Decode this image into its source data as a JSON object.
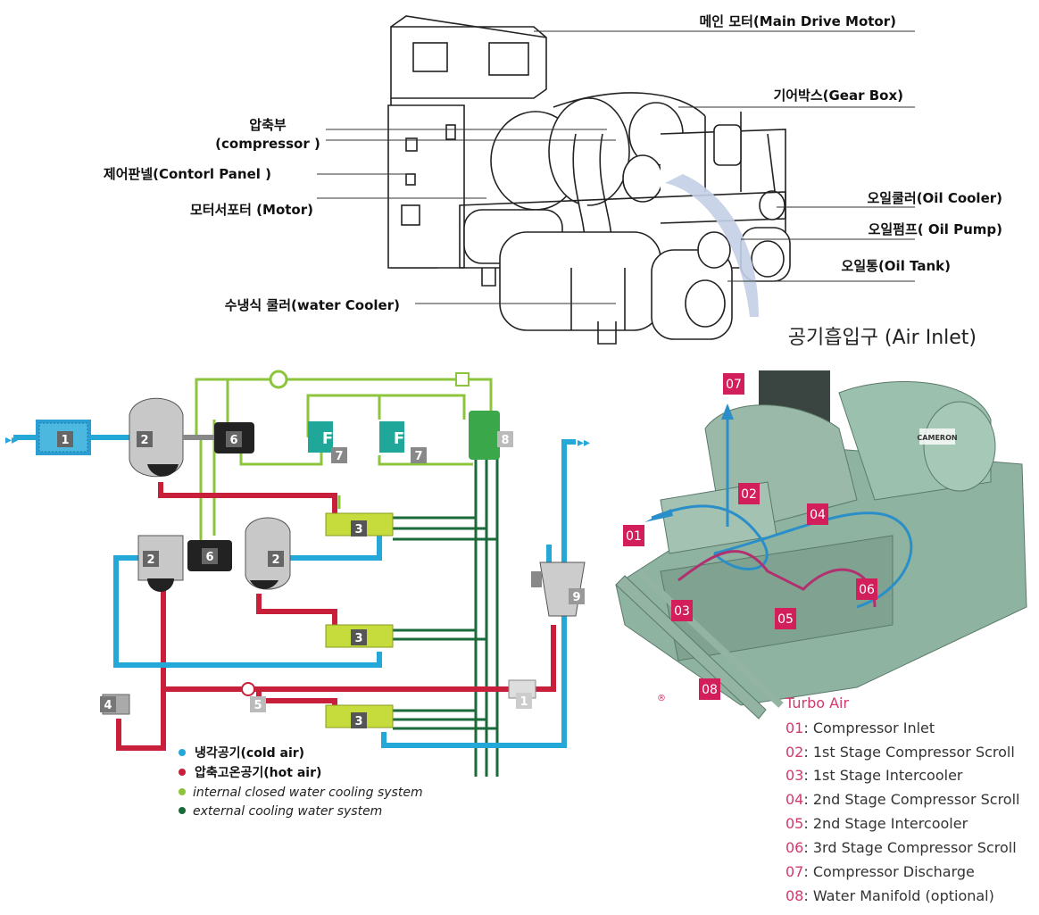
{
  "top_diagram": {
    "labels": {
      "main_motor": "메인 모터(Main Drive Motor)",
      "gear_box": "기어박스(Gear Box)",
      "compressor_kr": "압축부",
      "compressor_en": "(compressor )",
      "control_panel": "제어판넬(Contorl Panel )",
      "motor_support": "모터서포터 (Motor)",
      "oil_cooler": "오일쿨러(Oil Cooler)",
      "oil_pump": "오일펌프( Oil Pump)",
      "oil_tank": "오일통(Oil Tank)",
      "water_cooler": "수냉식 쿨러(water Cooler)",
      "air_inlet": "공기흡입구 (Air Inlet)"
    }
  },
  "flow_diagram": {
    "numbers": {
      "n1": "1",
      "n2": "2",
      "n3": "3",
      "n4": "4",
      "n5": "5",
      "n6": "6",
      "n7": "7",
      "n8": "8",
      "n9": "9",
      "filter": "F",
      "arrows": "▸▸"
    },
    "legend": {
      "cold": "냉각공기(cold air)",
      "hot": "압축고온공기(hot air)",
      "internal": "internal closed water cooling system",
      "external": "external cooling water system"
    },
    "colors": {
      "cold": "#23a8d8",
      "hot": "#c8203a",
      "internal": "#8cc43c",
      "external": "#1a6a3a"
    }
  },
  "turbo": {
    "tags": [
      "01",
      "02",
      "03",
      "04",
      "05",
      "06",
      "07",
      "08"
    ],
    "brand": "CAMERON",
    "registered": "®",
    "title": "Turbo Air",
    "items": [
      {
        "code": "01",
        "text": "Compressor Inlet"
      },
      {
        "code": "02",
        "text": "1st Stage Compressor Scroll"
      },
      {
        "code": "03",
        "text": "1st Stage Intercooler"
      },
      {
        "code": "04",
        "text": "2nd Stage Compressor Scroll"
      },
      {
        "code": "05",
        "text": "2nd Stage Intercooler"
      },
      {
        "code": "06",
        "text": "3rd Stage Compressor Scroll"
      },
      {
        "code": "07",
        "text": "Compressor Discharge"
      },
      {
        "code": "08",
        "text": "Water Manifold (optional)"
      }
    ],
    "colors": {
      "tag": "#d21e5a",
      "machine": "#8fb3a1",
      "flow_in": "#2a8fc8",
      "flow_out": "#b03070"
    }
  }
}
